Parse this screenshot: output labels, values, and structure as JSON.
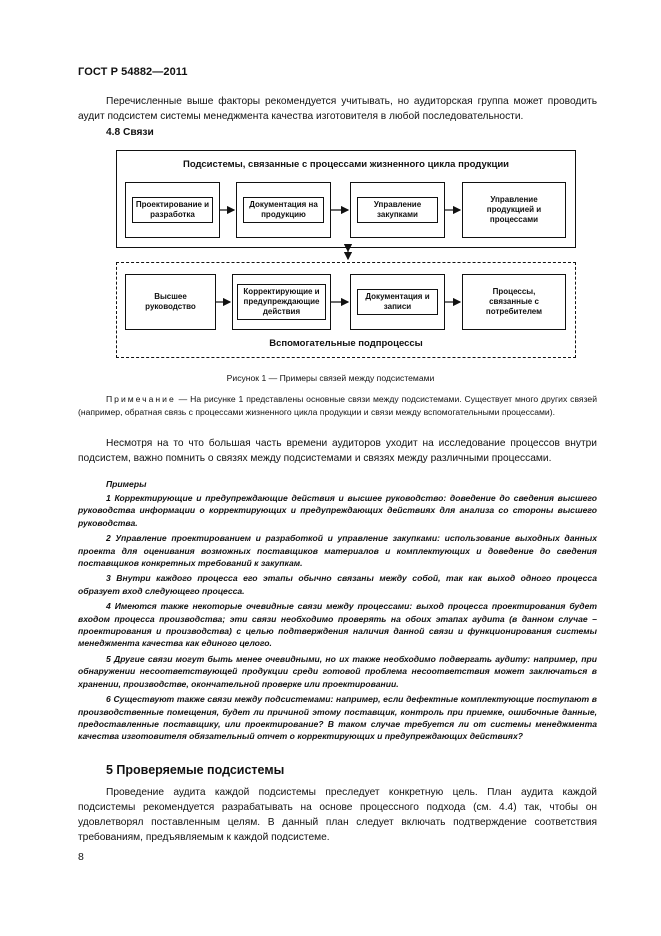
{
  "header": {
    "title": "ГОСТ Р 54882—2011"
  },
  "intro_paragraph": "Перечисленные выше факторы рекомендуется учитывать, но аудиторская группа может проводить аудит подсистем системы менеджмента качества изготовителя в любой последовательности.",
  "section_48": {
    "title": "4.8 Связи"
  },
  "diagram": {
    "top_frame_title": "Подсистемы, связанные с процессами жизненного цикла продукции",
    "top_boxes": [
      "Проектирование и разработка",
      "Документация на продукцию",
      "Управление закупками",
      "Управление продукцией и процессами"
    ],
    "bottom_boxes": [
      "Высшее руководство",
      "Корректирующие и предупреждающие действия",
      "Документация и записи",
      "Процессы, связанные с потребителем"
    ],
    "bottom_frame_title": "Вспомогательные подпроцессы"
  },
  "figure_caption": "Рисунок 1 — Примеры связей между подсистемами",
  "note": {
    "label": "Примечание",
    "text": " — На рисунке 1 представлены основные связи между подсистемами. Существует много других связей (например, обратная связь с процессами жизненного цикла продукции и связи между вспомогательными процессами)."
  },
  "paragraph_2": "Несмотря на то что большая часть времени аудиторов уходит на исследование процессов внутри подсистем, важно помнить о связях между подсистемами и связях между различными процессами.",
  "examples": {
    "title": "Примеры",
    "items": [
      "1 Корректирующие и предупреждающие действия и высшее руководство: доведение до сведения высшего руководства информации о корректирующих и предупреждающих действиях для анализа со стороны высшего руководства.",
      "2 Управление проектированием и разработкой и управление закупками: использование выходных данных проекта для оценивания возможных поставщиков материалов и комплектующих и доведение до сведения поставщиков конкретных требований к закупкам.",
      "3 Внутри каждого процесса его этапы обычно связаны между собой, так как выход одного процесса образует вход следующего процесса.",
      "4 Имеются также некоторые очевидные связи между процессами: выход процесса проектирования будет входом процесса производства; эти связи необходимо проверять на обоих этапах аудита (в данном случае – проектирования и производства) с целью подтверждения наличия данной связи и функционирования системы менеджмента качества как единого целого.",
      "5 Другие связи могут быть менее очевидными, но их также необходимо подвергать аудиту: например, при обнаружении несоответствующей продукции среди готовой проблема несоответствия может заключаться в хранении, производстве, окончательной проверке или проектировании.",
      "6 Существуют также связи между подсистемами: например, если дефектные комплектующие поступают в производственные помещения, будет ли причиной этому поставщик, контроль при приемке, ошибочные данные, предоставленные поставщику, или проектирование? В таком случае требуется ли от системы менеджмента качества изготовителя обязательный отчет о корректирующих и предупреждающих действиях?"
    ]
  },
  "section_5": {
    "title": "5 Проверяемые подсистемы",
    "paragraph": "Проведение аудита каждой подсистемы преследует конкретную цель. План аудита каждой подсистемы рекомендуется разрабатывать на основе процессного подхода (см. 4.4) так, чтобы он удовлетворял поставленным целям. В данный план следует включать подтверждение соответствия требованиям, предъявляемым к каждой подсистеме."
  },
  "page_number": "8"
}
